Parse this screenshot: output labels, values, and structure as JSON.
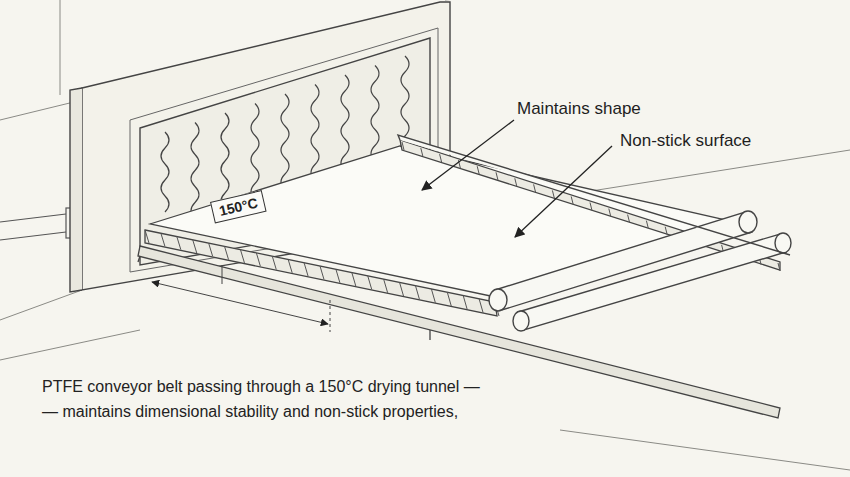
{
  "diagram": {
    "caption": "PTFE conveyor belt passing through a 150°C drying tunnel — — maintains dimensional stability and non-stick properties,",
    "nodes": [
      {
        "text": [
          "150°C"
        ]
      }
    ],
    "labels": [
      "Maintains shape",
      "Non-stick surface"
    ]
  }
}
